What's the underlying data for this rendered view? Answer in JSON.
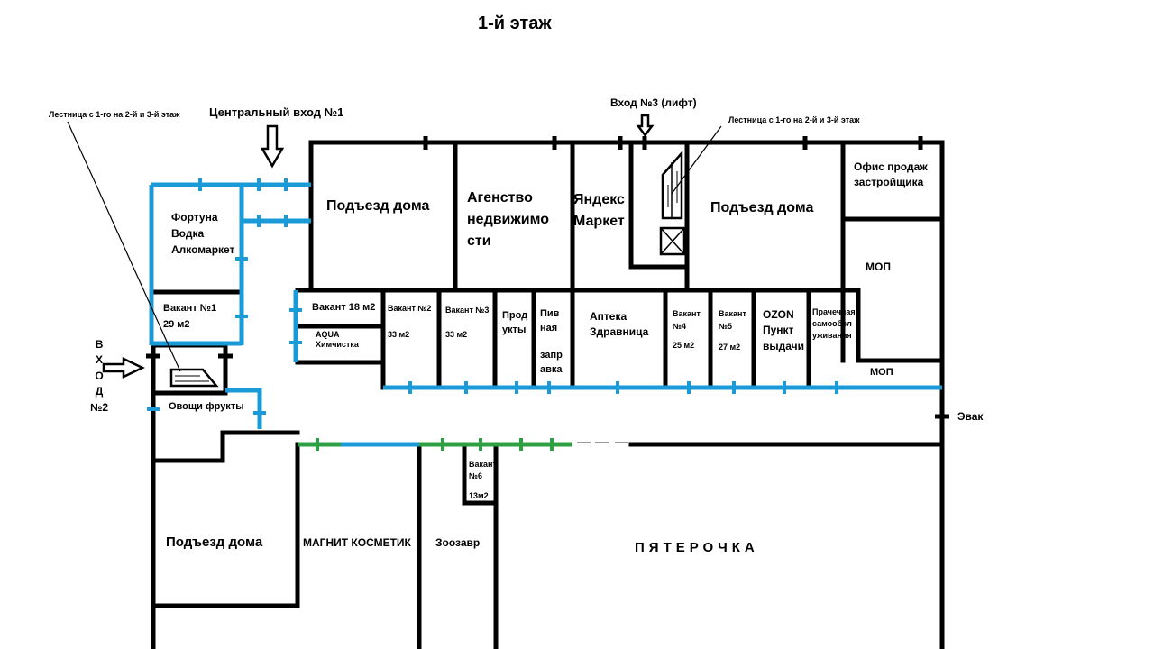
{
  "title": "1-й этаж",
  "entrances": {
    "central": "Центральный вход №1",
    "entrance2": [
      "В",
      "Х",
      "О",
      "Д",
      "№2"
    ],
    "entrance3": "Вход №3 (лифт)",
    "evac": "Эвак"
  },
  "stair_notes": {
    "left": "Лестница с 1-го на 2-й и 3-й этаж",
    "right": "Лестница с 1-го на 2-й и 3-й этаж"
  },
  "rooms": {
    "fortuna": [
      "Фортуна",
      "Водка",
      "Алкомаркет"
    ],
    "vacant1": [
      "Вакант №1",
      "29 м2"
    ],
    "podezd1": "Подъезд дома",
    "agency": [
      "Агенство",
      "недвижимо",
      "сти"
    ],
    "yandex": [
      "Яндекс",
      "Маркет"
    ],
    "podezd2": "Подъезд дома",
    "office": [
      "Офис продаж",
      "застройщика"
    ],
    "mop1": "МОП",
    "mop2": "МОП",
    "vacant18": "Вакант 18 м2",
    "aqua": [
      "AQUA",
      "Химчистка"
    ],
    "vacant2": [
      "Вакант №2",
      "33 м2"
    ],
    "vacant3": [
      "Вакант №3",
      "33 м2"
    ],
    "products": [
      "Прод",
      "укты"
    ],
    "beer": [
      "Пив",
      "ная",
      "",
      "запр",
      "авка"
    ],
    "apteka": [
      "Аптека",
      "Здравница"
    ],
    "vacant4": [
      "Вакант",
      "№4",
      "",
      "25 м2"
    ],
    "vacant5": [
      "Вакант",
      "№5",
      "",
      "27 м2"
    ],
    "ozon": [
      "OZON",
      "Пункт",
      "выдачи"
    ],
    "laundry": [
      "Прачечная",
      "самообсл",
      "уживания"
    ],
    "vegetables": "Овощи фрукты",
    "podezd3": "Подъезд дома",
    "magnit": "МАГНИТ КОСМЕТИК",
    "zoozavr": "Зоозавр",
    "vacant6": [
      "Вакант",
      "№6",
      "13м2"
    ],
    "pyaterochka": "ПЯТЕРОЧКА"
  },
  "colors": {
    "wall": "#000000",
    "glass": "#1a9bd7",
    "green": "#2ea043"
  }
}
